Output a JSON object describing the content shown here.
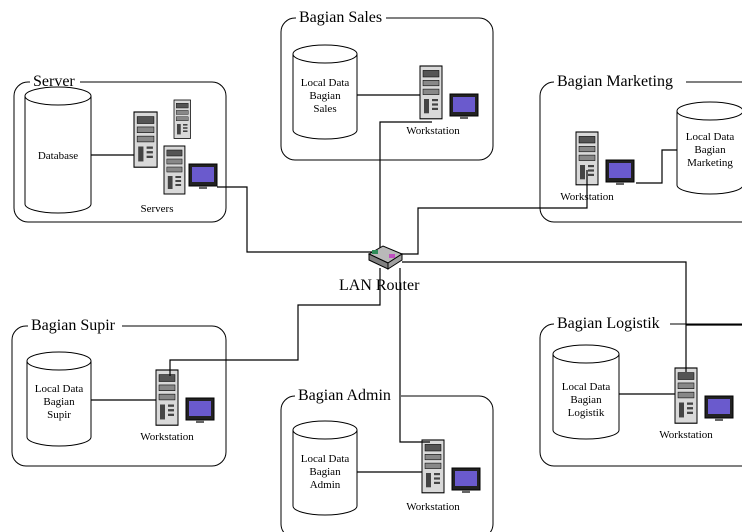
{
  "diagram": {
    "router_label": "LAN Router",
    "groups": {
      "server": {
        "title": "Server",
        "db_label": [
          "Database"
        ],
        "caption": "Servers"
      },
      "sales": {
        "title": "Bagian Sales",
        "db_label": [
          "Local Data",
          "Bagian",
          "Sales"
        ],
        "caption": "Workstation"
      },
      "marketing": {
        "title": "Bagian Marketing",
        "db_label": [
          "Local Data",
          "Bagian",
          "Marketing"
        ],
        "caption": "Workstation"
      },
      "supir": {
        "title": "Bagian Supir",
        "db_label": [
          "Local Data",
          "Bagian",
          "Supir"
        ],
        "caption": "Workstation"
      },
      "admin": {
        "title": "Bagian Admin",
        "db_label": [
          "Local Data",
          "Bagian",
          "Admin"
        ],
        "caption": "Workstation"
      },
      "logistik": {
        "title": "Bagian Logistik",
        "db_label": [
          "Local Data",
          "Bagian",
          "Logistik"
        ],
        "caption": "Workstation"
      }
    }
  }
}
